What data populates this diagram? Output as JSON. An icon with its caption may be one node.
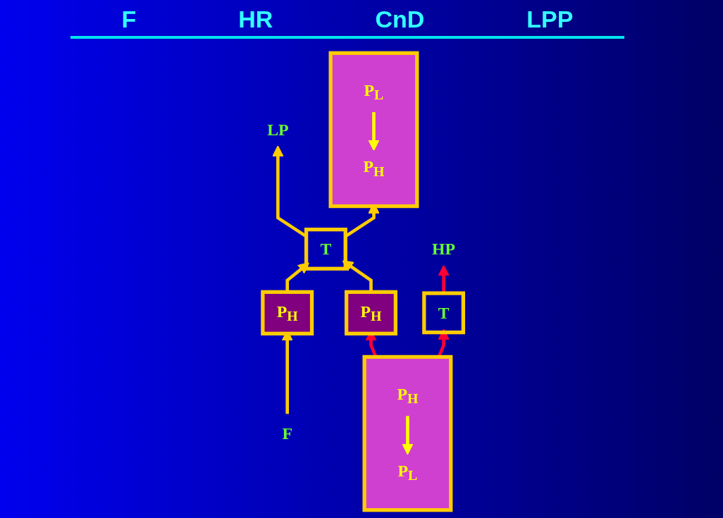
{
  "diagram": {
    "nodes": [
      {
        "text": [
          "LP"
        ]
      },
      {
        "text": [
          "T"
        ]
      },
      {
        "text": [
          "P$_{H}$"
        ]
      },
      {
        "text": [
          "P$_{H}$"
        ]
      },
      {
        "text": [],
        "shape": "box"
      },
      {
        "text": [
          "P$_{H}$"
        ],
        "in": 4
      },
      {
        "text": [
          "P$_{L}$"
        ],
        "in": 4
      },
      {
        "text": [],
        "shape": "box"
      },
      {
        "text": [
          "P$_{L}$"
        ],
        "in": 7
      },
      {
        "text": [
          "P$_{H}$"
        ],
        "in": 7
      },
      {
        "text": [
          "F"
        ]
      },
      {
        "text": [
          "T"
        ]
      },
      {
        "text": [
          "HP"
        ]
      }
    ],
    "edges": [
      {
        "from": 1,
        "to": 0,
        "arrow": "to"
      },
      {
        "from": 1,
        "to": 7,
        "arrow": "to"
      },
      {
        "from": 2,
        "to": 1,
        "arrow": "to"
      },
      {
        "from": 3,
        "to": 1,
        "arrow": "to"
      },
      {
        "from": 10,
        "to": 2,
        "arrow": "to"
      },
      {
        "from": 5,
        "to": 6,
        "arrow": "to",
        "color": "#ffff00"
      },
      {
        "from": 8,
        "to": 9,
        "arrow": "to",
        "color": "#ffff00"
      },
      {
        "from": 4,
        "to": 3,
        "arrow": "to",
        "color": "#ff0033"
      },
      {
        "from": 4,
        "to": 11,
        "arrow": "to",
        "color": "#ff0033"
      },
      {
        "from": 11,
        "to": 12,
        "arrow": "to",
        "color": "#ff0033"
      }
    ],
    "labels": [
      "F",
      "HR",
      "CnD",
      "LPP"
    ]
  }
}
